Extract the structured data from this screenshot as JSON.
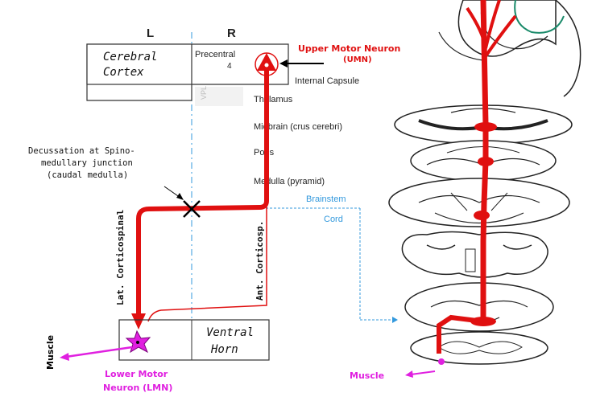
{
  "hemisphere": {
    "left": "L",
    "right": "R"
  },
  "cortex": {
    "line1": "Cerebral",
    "line2": "Cortex",
    "precentral": "Precentral",
    "area": "4",
    "vpl": "VPL"
  },
  "umn": {
    "line1": "Upper Motor Neuron",
    "line2": "(UMN)"
  },
  "levels": {
    "internal_capsule": "Internal Capsule",
    "thalamus": "Thalamus",
    "midbrain": "Midbrain (crus cerebri)",
    "pons": "Pons",
    "medulla": "Medulla (pyramid)"
  },
  "decussation": {
    "line1": "Decussation at Spino-",
    "line2": "medullary junction",
    "line3": "(caudal medulla)"
  },
  "region": {
    "brainstem": "Brainstem",
    "cord": "Cord"
  },
  "tracts": {
    "lateral": "Lat. Corticospinal",
    "anterior": "Ant. Corticosp."
  },
  "ventral_horn": {
    "line1": "Ventral",
    "line2": "Horn"
  },
  "lmn": {
    "line1": "Lower Motor",
    "line2": "Neuron (LMN)"
  },
  "muscle_left": "Muscle",
  "muscle_right": "Muscle",
  "colors": {
    "tract": "#e01010",
    "lmn": "#e020e0",
    "boundary": "#3399dd"
  }
}
